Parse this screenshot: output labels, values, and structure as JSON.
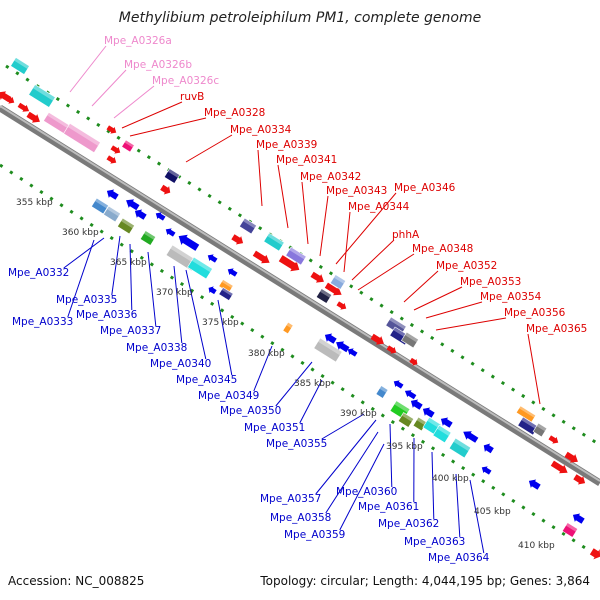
{
  "title": "Methylibium petroleiphilum PM1, complete genome",
  "footer": {
    "accession": "Accession: NC_008825",
    "summary": "Topology: circular; Length: 4,044,195 bp; Genes: 3,864"
  },
  "colors": {
    "backbone": "#8c8c8c",
    "tick_dots": "#1e8c1e",
    "plus_label": "#dd0000",
    "minus_label": "#0000cc",
    "pink_label": "#ee88cc"
  },
  "scale_labels": [
    "355 kbp",
    "360 kbp",
    "365 kbp",
    "370 kbp",
    "375 kbp",
    "380 kbp",
    "385 kbp",
    "390 kbp",
    "395 kbp",
    "400 kbp",
    "405 kbp",
    "410 kbp"
  ],
  "plus_labels": [
    {
      "text": "Mpe_A0326a",
      "pink": true
    },
    {
      "text": "Mpe_A0326b",
      "pink": true
    },
    {
      "text": "Mpe_A0326c",
      "pink": true
    },
    {
      "text": "ruvB"
    },
    {
      "text": "Mpe_A0328"
    },
    {
      "text": "Mpe_A0334"
    },
    {
      "text": "Mpe_A0339"
    },
    {
      "text": "Mpe_A0341"
    },
    {
      "text": "Mpe_A0342"
    },
    {
      "text": "Mpe_A0343"
    },
    {
      "text": "Mpe_A0346"
    },
    {
      "text": "Mpe_A0344"
    },
    {
      "text": "phhA"
    },
    {
      "text": "Mpe_A0348"
    },
    {
      "text": "Mpe_A0352"
    },
    {
      "text": "Mpe_A0353"
    },
    {
      "text": "Mpe_A0354"
    },
    {
      "text": "Mpe_A0356"
    },
    {
      "text": "Mpe_A0365"
    }
  ],
  "minus_labels": [
    "Mpe_A0332",
    "Mpe_A0335",
    "Mpe_A0333",
    "Mpe_A0336",
    "Mpe_A0337",
    "Mpe_A0338",
    "Mpe_A0340",
    "Mpe_A0345",
    "Mpe_A0349",
    "Mpe_A0350",
    "Mpe_A0351",
    "Mpe_A0355",
    "Mpe_A0357",
    "Mpe_A0360",
    "Mpe_A0358",
    "Mpe_A0361",
    "Mpe_A0359",
    "Mpe_A0362",
    "Mpe_A0363",
    "Mpe_A0364"
  ]
}
